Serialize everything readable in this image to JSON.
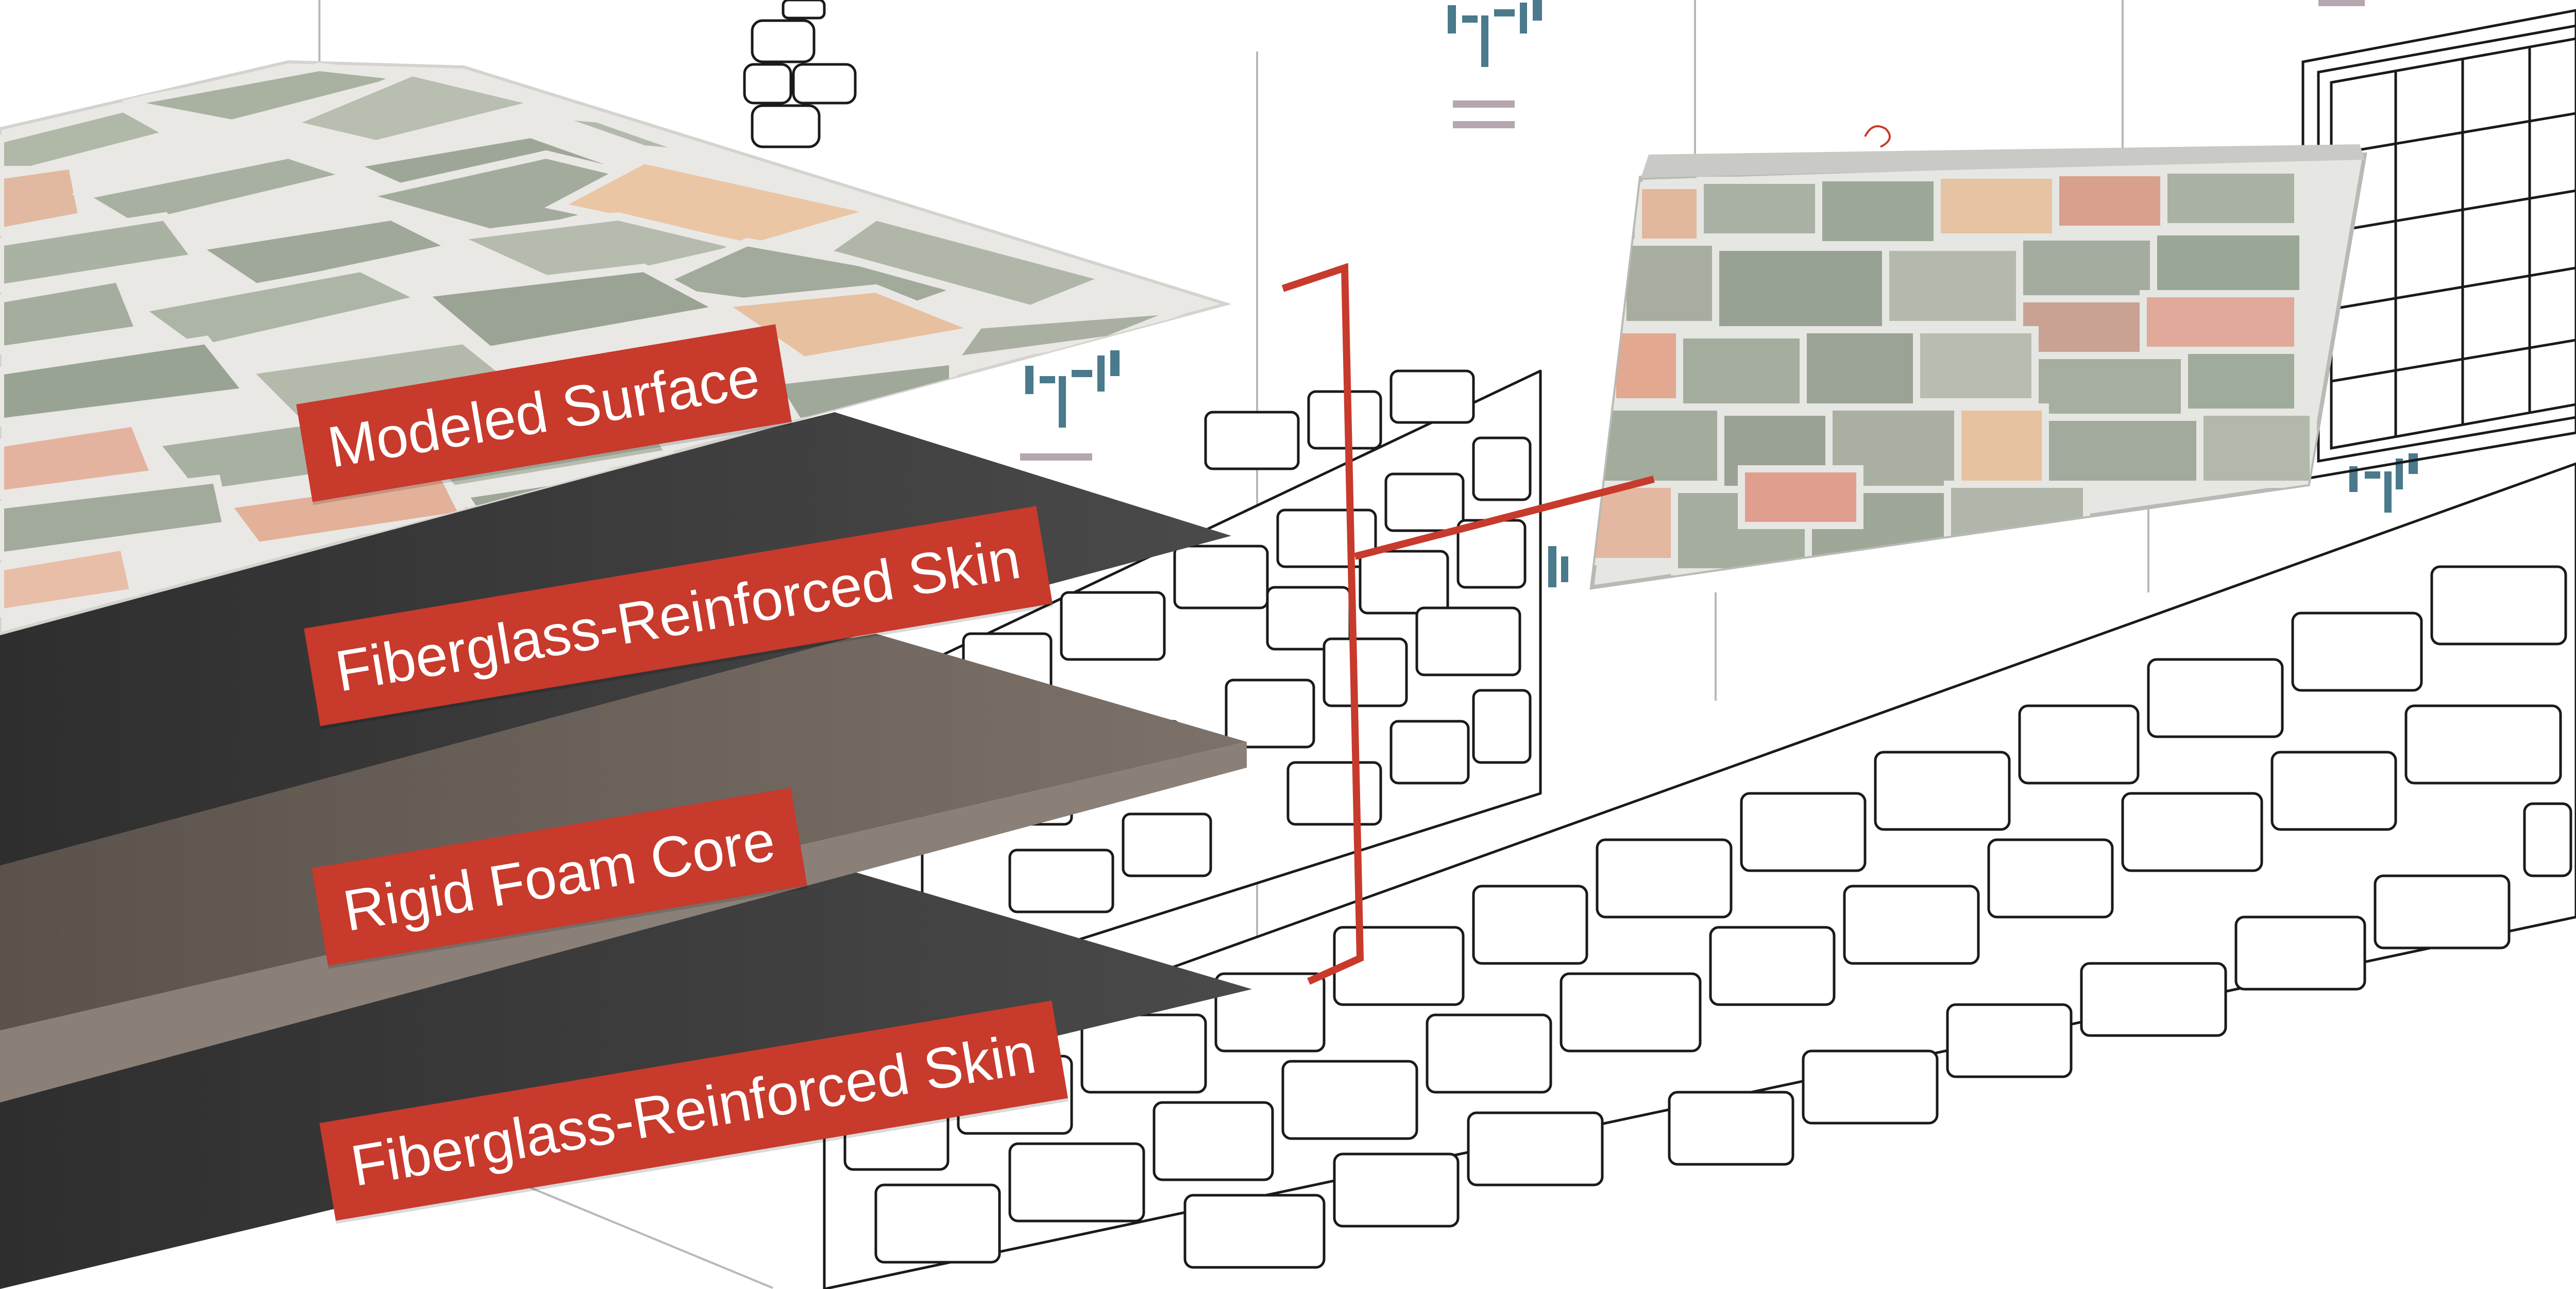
{
  "layers": [
    {
      "id": "surface",
      "label": "Modeled Surface",
      "color": "#d9d8d4"
    },
    {
      "id": "skin_top",
      "label": "Fiberglass-Reinforced Skin",
      "color": "#3b3b3b"
    },
    {
      "id": "foam",
      "label": "Rigid Foam Core",
      "color": "#6e655d"
    },
    {
      "id": "skin_bottom",
      "label": "Fiberglass-Reinforced Skin",
      "color": "#3b3b3b"
    }
  ],
  "colors": {
    "label_bg": "#c73a2c",
    "callout": "#c73a2c",
    "line_art": "#1a1a1a",
    "stone_grey": "#a7b0a2",
    "stone_tan": "#e8c6a4",
    "stone_rose": "#d99a88",
    "mortar": "#e6e6e2",
    "symbol_teal": "#4a7a8c",
    "dash_mauve": "#b5a6b0"
  },
  "icons": [
    "blueprint-symbol-icon",
    "stone-panel-photo",
    "window-outline"
  ]
}
